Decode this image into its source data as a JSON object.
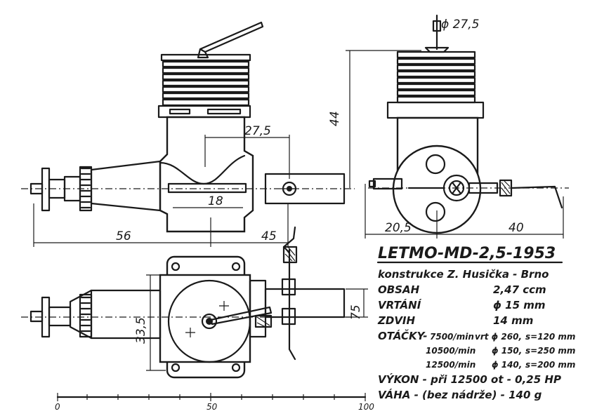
{
  "diagram": {
    "title": "LETMO-MD-2,5-1953",
    "designer": "konstrukce Z. Husička - Brno",
    "specs": [
      {
        "label": "OBSAH",
        "value": "2,47 ccm"
      },
      {
        "label": "VRTÁNÍ",
        "value": "ϕ 15 mm"
      },
      {
        "label": "ZDVIH",
        "value": "14 mm"
      }
    ],
    "rpm_label": "OTÁČKY-",
    "rpm_rows": [
      {
        "rpm": "7500/min",
        "bore": "vrt ϕ 260,",
        "s": "s=120 mm"
      },
      {
        "rpm": "10500/min",
        "bore": "ϕ 150,",
        "s": "s=250 mm"
      },
      {
        "rpm": "12500/min",
        "bore": "ϕ 140,",
        "s": "s=200 mm"
      }
    ],
    "power": "VÝKON - při 12500 ot - 0,25 HP",
    "weight": "VÁHA - (bez nádrže) - 140 g",
    "dimensions": {
      "d_27_5_top": "ϕ 27,5",
      "d_44": "44",
      "d_27_5_side": "27,5",
      "d_18": "18",
      "d_56": "56",
      "d_45": "45",
      "d_20_5": "20,5",
      "d_40": "40",
      "d_33_5": "33,5",
      "d_75": "75"
    },
    "scale": {
      "labels": [
        "0",
        "50",
        "100"
      ]
    }
  }
}
